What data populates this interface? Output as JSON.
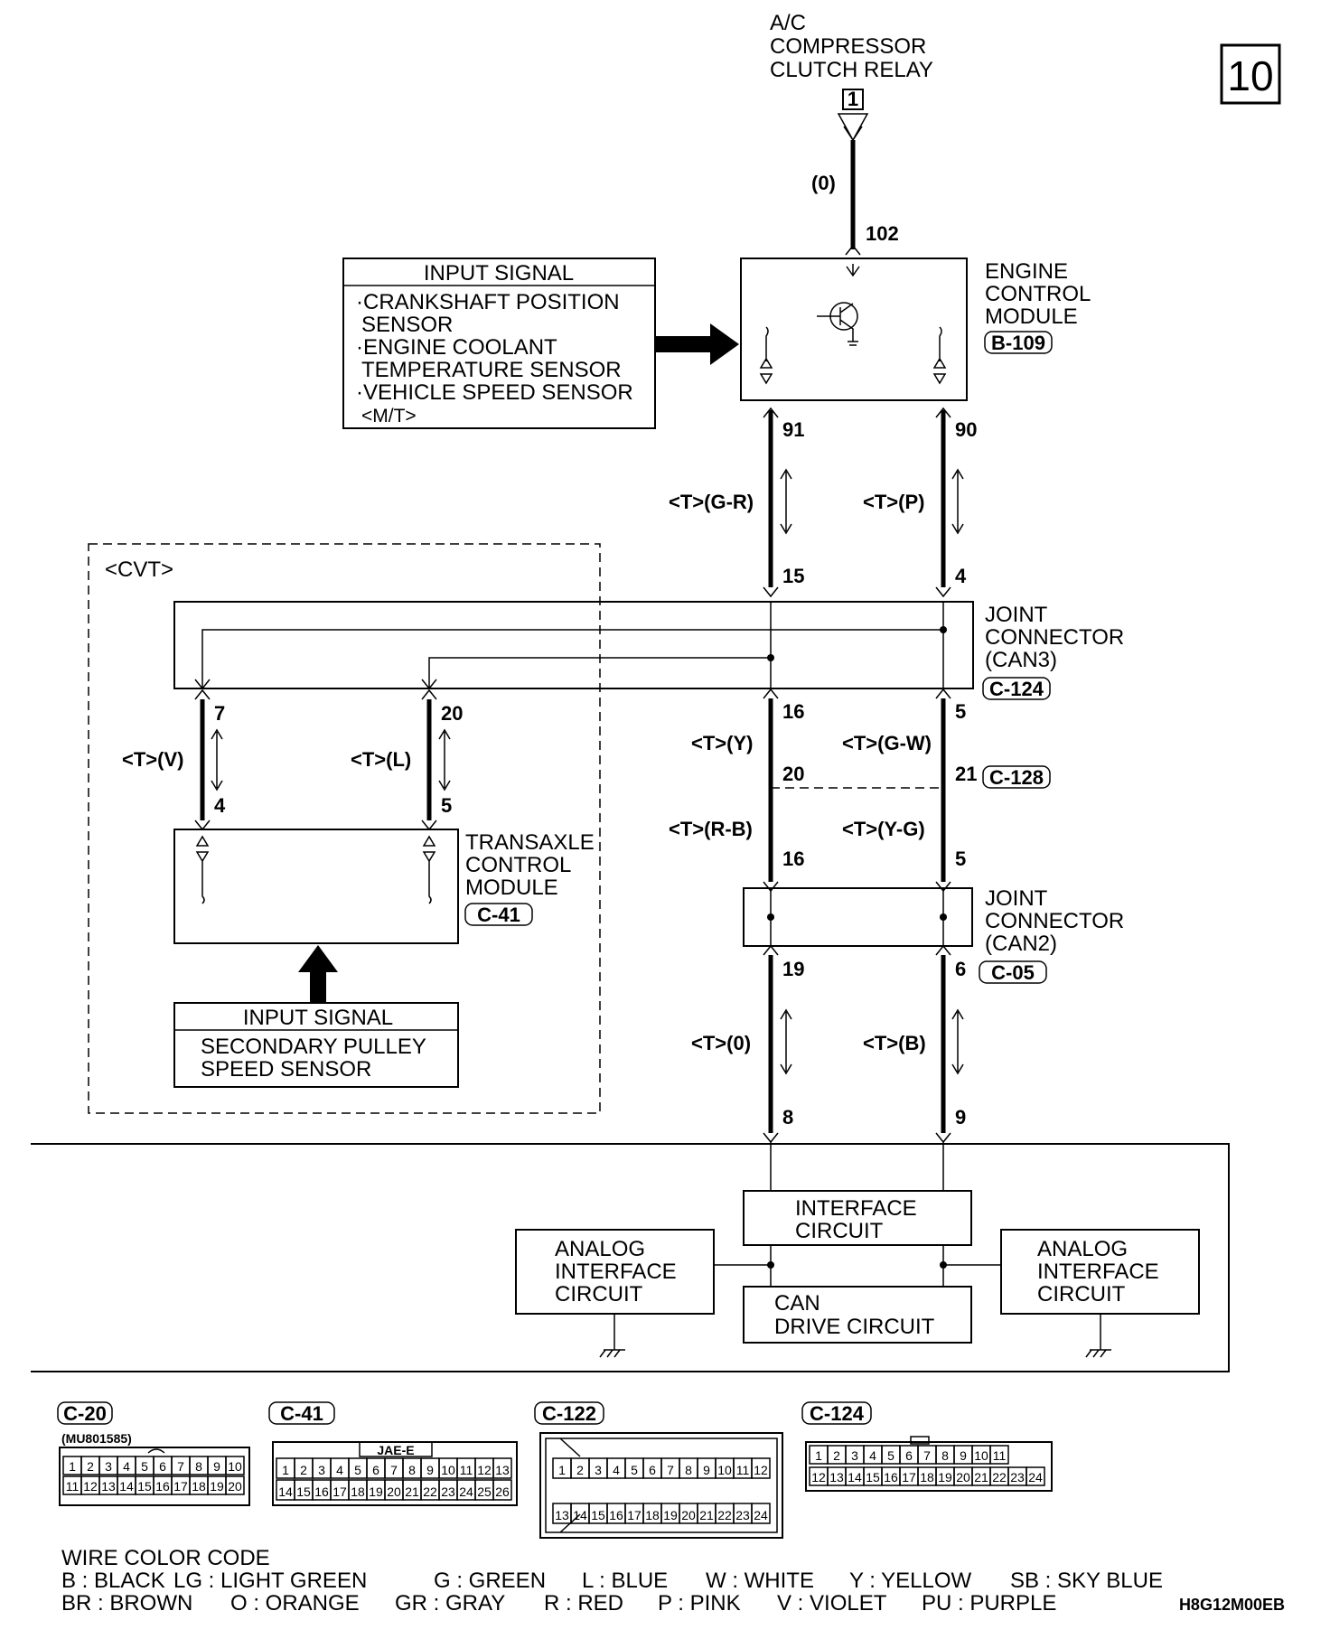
{
  "page_number": "10",
  "relay": {
    "lines": [
      "A/C",
      "COMPRESSOR",
      "CLUTCH RELAY"
    ],
    "terminal": "1",
    "wire_color": "(0)",
    "ecm_pin": "102"
  },
  "input_signal_ecm": {
    "title": "INPUT SIGNAL",
    "lines": [
      "·CRANKSHAFT POSITION",
      "SENSOR",
      "·ENGINE COOLANT",
      "TEMPERATURE SENSOR",
      "·VEHICLE SPEED SENSOR",
      "<M/T>"
    ]
  },
  "ecm": {
    "lines": [
      "ENGINE",
      "CONTROL",
      "MODULE"
    ],
    "connector": "B-109"
  },
  "can_h_labels": {
    "ecm_pin": "91",
    "wire1": "<T>(G-R)",
    "jc3_in": "15",
    "jc3_out": "16",
    "wire2": "<T>(Y)",
    "c128_pin": "20",
    "wire3": "<T>(R-B)",
    "jc2_in": "16",
    "jc2_out": "19",
    "wire4": "<T>(0)",
    "end_pin": "8"
  },
  "can_l_labels": {
    "ecm_pin": "90",
    "wire1": "<T>(P)",
    "jc3_in": "4",
    "jc3_out": "5",
    "wire2": "<T>(G-W)",
    "c128_pin": "21",
    "wire3": "<T>(Y-G)",
    "jc2_in": "5",
    "jc2_out": "6",
    "wire4": "<T>(B)",
    "end_pin": "9"
  },
  "c128": "C-128",
  "joint_can3": {
    "lines": [
      "JOINT",
      "CONNECTOR",
      "(CAN3)"
    ],
    "connector": "C-124"
  },
  "joint_can2": {
    "lines": [
      "JOINT",
      "CONNECTOR",
      "(CAN2)"
    ],
    "connector": "C-05"
  },
  "cvt": {
    "label": "<CVT>",
    "left_top_pin": "7",
    "left_wire": "<T>(V)",
    "left_bottom_pin": "4",
    "right_top_pin": "20",
    "right_wire": "<T>(L)",
    "right_bottom_pin": "5",
    "tcm": {
      "lines": [
        "TRANSAXLE",
        "CONTROL",
        "MODULE"
      ],
      "connector": "C-41"
    },
    "input_signal": {
      "title": "INPUT SIGNAL",
      "lines": [
        "SECONDARY PULLEY",
        "SPEED SENSOR"
      ]
    }
  },
  "interface": {
    "lines": [
      "INTERFACE",
      "CIRCUIT"
    ]
  },
  "can_drive": {
    "lines": [
      "CAN",
      "DRIVE CIRCUIT"
    ]
  },
  "analog_left": {
    "lines": [
      "ANALOG",
      "INTERFACE",
      "CIRCUIT"
    ]
  },
  "analog_right": {
    "lines": [
      "ANALOG",
      "INTERFACE",
      "CIRCUIT"
    ]
  },
  "connectors": [
    {
      "name": "C-20",
      "sub": "(MU801585)",
      "row1": [
        "1",
        "2",
        "3",
        "4",
        "5",
        "6",
        "7",
        "8",
        "9",
        "10"
      ],
      "row2": [
        "11",
        "12",
        "13",
        "14",
        "15",
        "16",
        "17",
        "18",
        "19",
        "20"
      ]
    },
    {
      "name": "C-41",
      "sub": "JAE-E",
      "row1": [
        "1",
        "2",
        "3",
        "4",
        "5",
        "6",
        "7",
        "8",
        "9",
        "10",
        "11",
        "12",
        "13"
      ],
      "row2": [
        "14",
        "15",
        "16",
        "17",
        "18",
        "19",
        "20",
        "21",
        "22",
        "23",
        "24",
        "25",
        "26"
      ]
    },
    {
      "name": "C-122",
      "sub": "",
      "row1": [
        "1",
        "2",
        "3",
        "4",
        "5",
        "6",
        "7",
        "8",
        "9",
        "10",
        "11",
        "12"
      ],
      "row2": [
        "13",
        "14",
        "15",
        "16",
        "17",
        "18",
        "19",
        "20",
        "21",
        "22",
        "23",
        "24"
      ]
    },
    {
      "name": "C-124",
      "sub": "",
      "row1": [
        "1",
        "2",
        "3",
        "4",
        "5",
        "6",
        "7",
        "8",
        "9",
        "10",
        "11"
      ],
      "row2": [
        "12",
        "13",
        "14",
        "15",
        "16",
        "17",
        "18",
        "19",
        "20",
        "21",
        "22",
        "23",
        "24"
      ]
    }
  ],
  "wire_color_code": {
    "title": "WIRE COLOR CODE",
    "row1": [
      "B : BLACK",
      "LG : LIGHT GREEN",
      "G : GREEN",
      "L : BLUE",
      "W : WHITE",
      "Y : YELLOW",
      "SB : SKY BLUE"
    ],
    "row2": [
      "BR : BROWN",
      "O : ORANGE",
      "GR : GRAY",
      "R : RED",
      "P : PINK",
      "V : VIOLET",
      "PU : PURPLE"
    ]
  },
  "figure_id": "H8G12M00EB"
}
